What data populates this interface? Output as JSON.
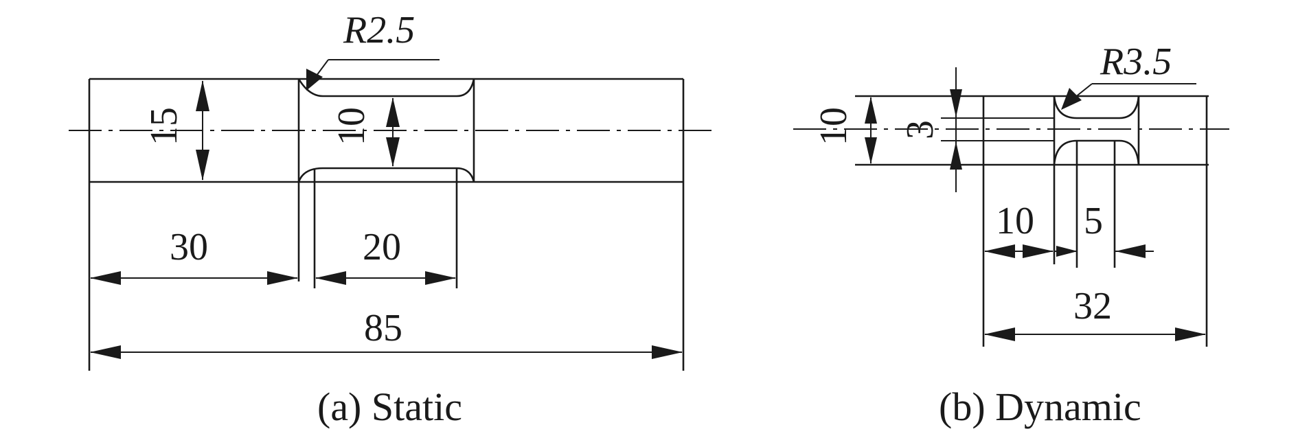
{
  "static": {
    "caption": "(a) Static",
    "radius": "R2.5",
    "dim_overall_length": "85",
    "dim_grip_length": "30",
    "dim_gauge_length": "20",
    "dim_grip_width": "15",
    "dim_gauge_width": "10"
  },
  "dynamic": {
    "caption": "(b) Dynamic",
    "radius": "R3.5",
    "dim_overall_length": "32",
    "dim_grip_length": "10",
    "dim_gauge_length": "5",
    "dim_grip_width": "10",
    "dim_gauge_width": "3"
  }
}
